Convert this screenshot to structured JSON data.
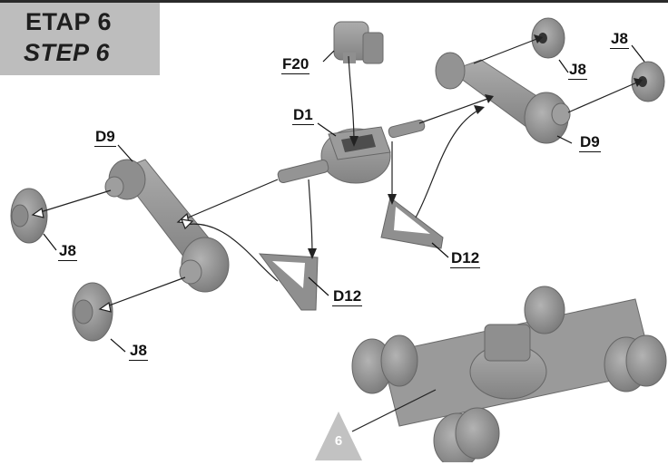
{
  "header": {
    "step_pl": "ETAP 6",
    "step_en": "STEP 6"
  },
  "parts": {
    "f20": "F20",
    "d1": "D1",
    "d9_left": "D9",
    "d9_right": "D9",
    "j8_top_mid": "J8",
    "j8_top_right": "J8",
    "j8_left_upper": "J8",
    "j8_left_lower": "J8",
    "d12_left": "D12",
    "d12_right": "D12"
  },
  "subassembly_number": "6",
  "colors": {
    "part_gray": "#9a9a9a",
    "part_dark": "#6f6f6f",
    "header_box": "#bdbdbd",
    "ink": "#111111"
  }
}
